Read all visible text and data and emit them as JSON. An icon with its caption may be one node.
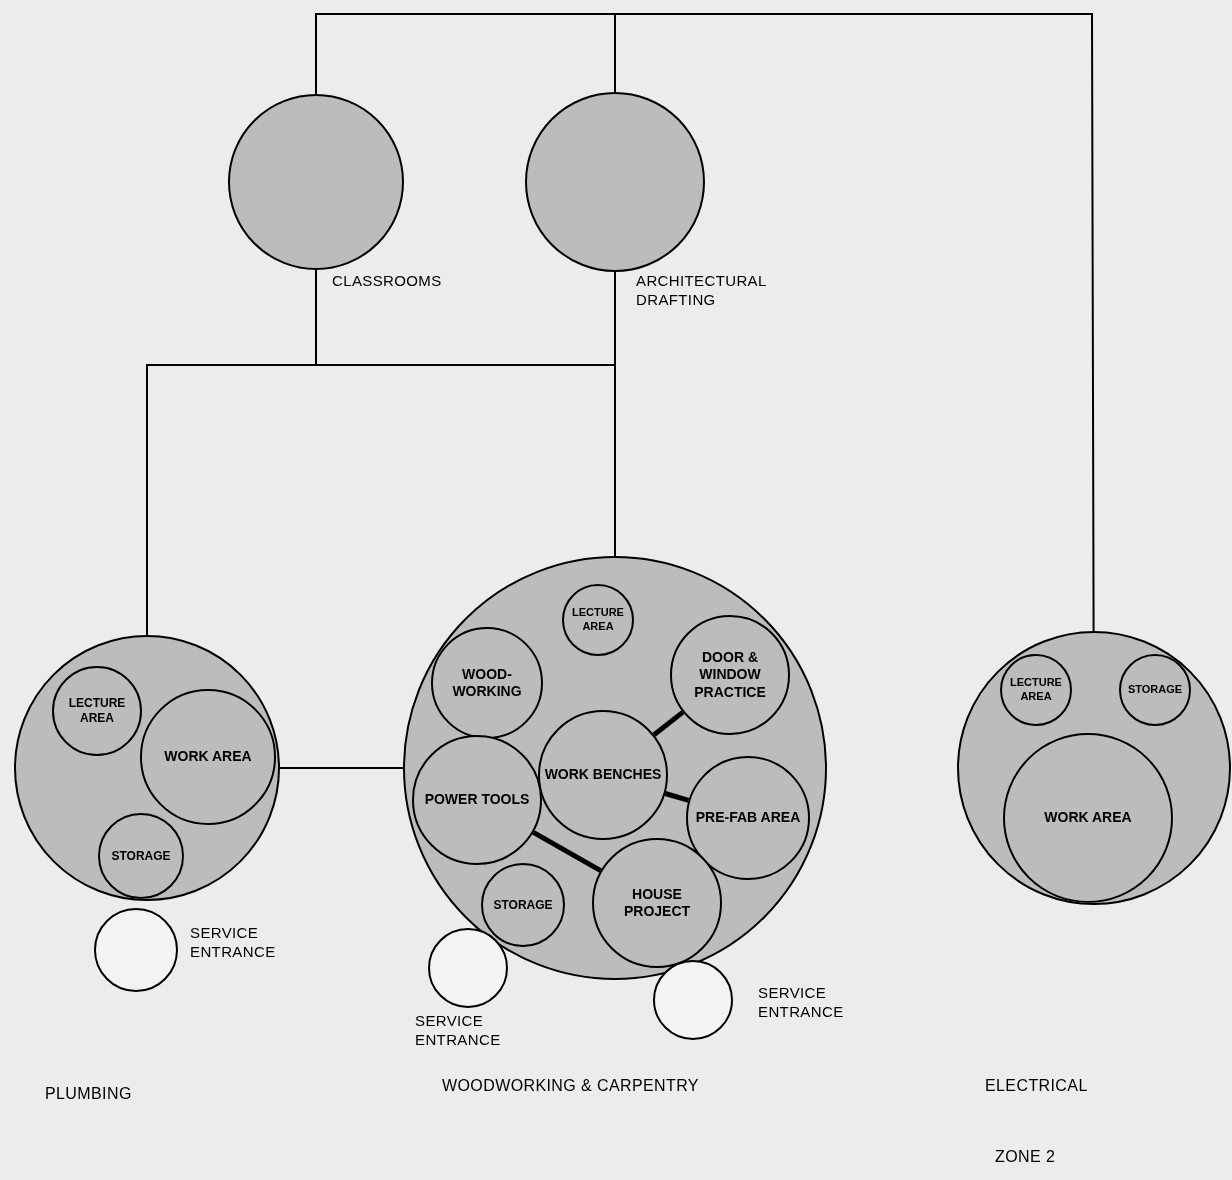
{
  "diagram": {
    "nodes": [
      {
        "text": [
          "CLASSROOMS"
        ]
      },
      {
        "text": [
          "ARCHITECTURAL DRAFTING"
        ]
      },
      {
        "text": [],
        "shape": "circle"
      },
      {
        "text": [
          "LECTURE AREA"
        ],
        "in": 2
      },
      {
        "text": [
          "WORK AREA"
        ],
        "in": 2
      },
      {
        "text": [
          "STORAGE"
        ],
        "in": 2
      },
      {
        "text": [
          "SERVICE ENTRANCE"
        ]
      },
      {
        "text": [],
        "shape": "circle"
      },
      {
        "text": [
          "LECTURE AREA"
        ],
        "in": 7
      },
      {
        "text": [
          "WOOD- WORKING"
        ],
        "in": 7
      },
      {
        "text": [
          "DOOR & WINDOW PRACTICE"
        ],
        "in": 7
      },
      {
        "text": [
          "POWER TOOLS"
        ],
        "in": 7
      },
      {
        "text": [
          "WORK BENCHES"
        ],
        "in": 7
      },
      {
        "text": [
          "PRE-FAB AREA"
        ],
        "in": 7
      },
      {
        "text": [
          "STORAGE"
        ],
        "in": 7
      },
      {
        "text": [
          "HOUSE PROJECT"
        ],
        "in": 7
      },
      {
        "text": [
          "SERVICE ENTRANCE"
        ]
      },
      {
        "text": [
          "SERVICE ENTRANCE"
        ]
      },
      {
        "text": [],
        "shape": "circle"
      },
      {
        "text": [
          "LECTURE AREA"
        ],
        "in": 18
      },
      {
        "text": [
          "STORAGE"
        ],
        "in": 18
      },
      {
        "text": [
          "WORK AREA"
        ],
        "in": 18
      }
    ],
    "edges": [
      {
        "from": 0,
        "to": 1,
        "arrow": "none"
      },
      {
        "from": 1,
        "to": 18,
        "arrow": "none"
      },
      {
        "from": 0,
        "to": 2,
        "arrow": "none"
      },
      {
        "from": 0,
        "to": 7,
        "arrow": "none"
      },
      {
        "from": 1,
        "to": 7,
        "arrow": "none"
      },
      {
        "from": 2,
        "to": 7,
        "arrow": "none"
      },
      {
        "from": 10,
        "to": 12,
        "arrow": "none",
        "style": "thick"
      },
      {
        "from": 12,
        "to": 13,
        "arrow": "none",
        "style": "thick"
      },
      {
        "from": 11,
        "to": 15,
        "arrow": "none",
        "style": "thick"
      }
    ],
    "labels": [
      "PLUMBING",
      "WOODWORKING & CARPENTRY",
      "ELECTRICAL",
      "ZONE 2"
    ]
  }
}
